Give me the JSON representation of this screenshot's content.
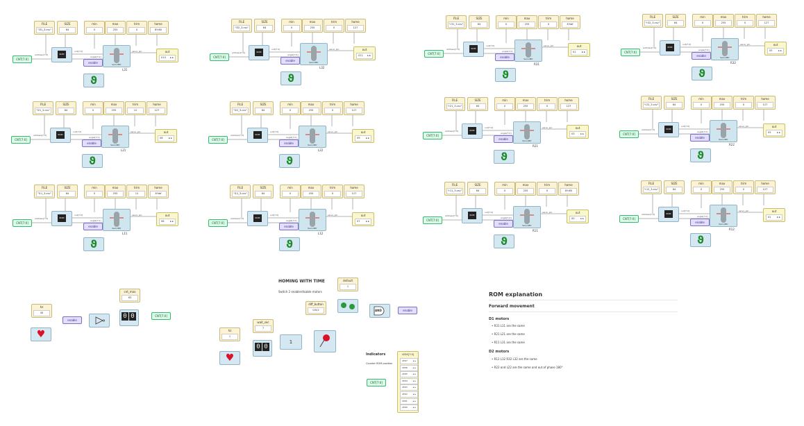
{
  "common": {
    "file_label": "FILE",
    "size_label": "SIZE",
    "size_value": "64",
    "min_label": "min",
    "max_label": "max",
    "trim_label": "trim",
    "home_label": "home",
    "rom_label": "ROM",
    "enable_label": "enable",
    "out_label": "out",
    "cnt_label": "CNT[7:0]",
    "addr_label": "address[7:0]",
    "outd_label": "out[7:0]",
    "angle_label": "angle[7:0]",
    "servo_pin_label": "servo_pin",
    "servo_label": "ServoMtr",
    "clk_glyph": "ϑ"
  },
  "modules": [
    {
      "name": "L31",
      "file": "\"l31_3.csv\"",
      "min": "0",
      "max": "255",
      "trim": "0",
      "home": "8'h80",
      "out": "010"
    },
    {
      "name": "L32",
      "file": "\"l32_3.csv\"",
      "min": "0",
      "max": "255",
      "trim": "0",
      "home": "127",
      "out": "011"
    },
    {
      "name": "R31",
      "file": "\"r31_3.csv\"",
      "min": "0",
      "max": "255",
      "trim": "0",
      "home": "8'hbf",
      "out": "01"
    },
    {
      "name": "R32",
      "file": "\"r32_3.csv\"",
      "min": "0",
      "max": "255",
      "trim": "0",
      "home": "127",
      "out": "05"
    },
    {
      "name": "L21",
      "file": "\"l21_3.csv\"",
      "min": "0",
      "max": "255",
      "trim": "12",
      "home": "127",
      "out": "06"
    },
    {
      "name": "L22",
      "file": "\"l22_3.csv\"",
      "min": "0",
      "max": "255",
      "trim": "0",
      "home": "127",
      "out": "09"
    },
    {
      "name": "R21",
      "file": "\"r21_3.csv\"",
      "min": "0",
      "max": "255",
      "trim": "0",
      "home": "127",
      "out": "03"
    },
    {
      "name": "R22",
      "file": "\"r22_3.csv\"",
      "min": "0",
      "max": "255",
      "trim": "0",
      "home": "127",
      "out": "05"
    },
    {
      "name": "L11",
      "file": "\"l11_3.csv\"",
      "min": "0",
      "max": "255",
      "trim": "12",
      "home": "8'hbf",
      "out": "06"
    },
    {
      "name": "L12",
      "file": "\"l12_3.csv\"",
      "min": "0",
      "max": "255",
      "trim": "0",
      "home": "127",
      "out": "07"
    },
    {
      "name": "R11",
      "file": "\"r11_3.csv\"",
      "min": "0",
      "max": "255",
      "trim": "0",
      "home": "8'h80",
      "out": "00"
    },
    {
      "name": "R12",
      "file": "\"r12_3.csv\"",
      "min": "0",
      "max": "255",
      "trim": "0",
      "home": "127",
      "out": "01"
    }
  ],
  "counter": {
    "hz_label": "hz",
    "hz_value": "40",
    "cnt_max_label": "cnt_max",
    "cnt_max_value": "63",
    "enable_label": "enable",
    "cnt_label": "CNT[7:0]",
    "display": "00"
  },
  "homing": {
    "title": "HOMING WITH TIME",
    "subtitle": "Switch 2 enable/disable motors",
    "default_label": "default",
    "default_value": "1",
    "diff_label": "diff_button",
    "diff_value": "0/0/2",
    "and_label": "AND",
    "enable_label": "enable",
    "hz_label": "hz",
    "hz_value": "1",
    "wait_label": "wait_sec",
    "wait_value": "7",
    "display": "00",
    "one_label": "1"
  },
  "indicators": {
    "title": "Indicators",
    "subtitle": "Counter ROM position",
    "cnt_label": "CNT[7:0]",
    "header": "LEDS[7:0]",
    "leds": [
      "LED7",
      "LED6",
      "LED5",
      "LED4",
      "LED3",
      "LED2",
      "LED1",
      "LED0"
    ]
  },
  "explanation": {
    "title": "ROM explanation",
    "forward": "Forward movement",
    "d1": "D1 motors",
    "d1_items": [
      "R31 L11 are the same",
      "R21 L21 are the same",
      "R11 L31 are the same"
    ],
    "d2": "D2 motors",
    "d2_items": [
      "R12 L12 R32 L32 are the same",
      "R22 and L22 are the same and out of phase 180°"
    ]
  }
}
